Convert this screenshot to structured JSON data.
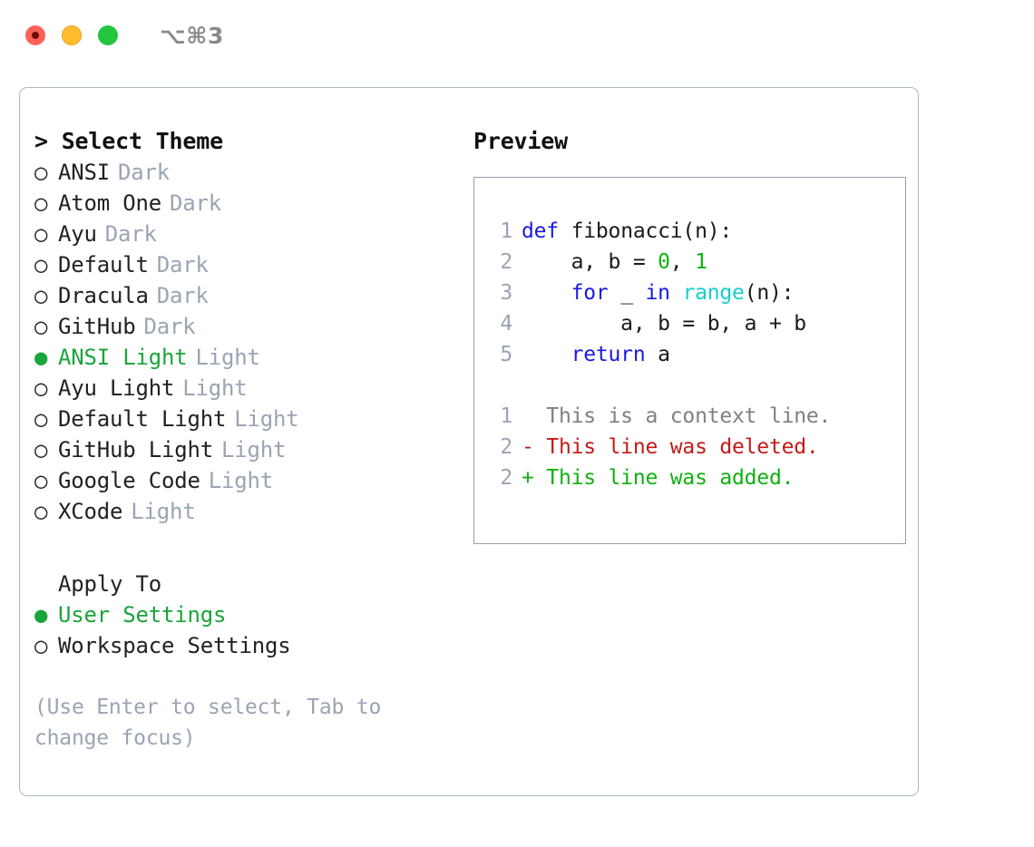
{
  "window": {
    "shortcut": "⌥⌘3",
    "controls": [
      {
        "name": "close",
        "color": "#ff6159"
      },
      {
        "name": "minimize",
        "color": "#ffbd2e"
      },
      {
        "name": "maximize",
        "color": "#24c53f"
      }
    ]
  },
  "colors": {
    "accent_green": "#1aa53a",
    "muted_gray": "#9aa4b4",
    "keyword_blue": "#1a1ae0",
    "function_cyan": "#13cfcf",
    "number_green": "#10b010",
    "diff_delete_red": "#c21b17",
    "diff_add_green": "#10b010",
    "border": "#aeb7c4"
  },
  "theme_panel": {
    "prompt": ">",
    "title": "Select Theme",
    "header_line": "> Select Theme",
    "items": [
      {
        "bullet": "○",
        "label": "ANSI",
        "badge": "Dark",
        "selected": false
      },
      {
        "bullet": "○",
        "label": "Atom One",
        "badge": "Dark",
        "selected": false
      },
      {
        "bullet": "○",
        "label": "Ayu",
        "badge": "Dark",
        "selected": false
      },
      {
        "bullet": "○",
        "label": "Default",
        "badge": "Dark",
        "selected": false
      },
      {
        "bullet": "○",
        "label": "Dracula",
        "badge": "Dark",
        "selected": false
      },
      {
        "bullet": "○",
        "label": "GitHub",
        "badge": "Dark",
        "selected": false
      },
      {
        "bullet": "●",
        "label": "ANSI Light",
        "badge": "Light",
        "selected": true
      },
      {
        "bullet": "○",
        "label": "Ayu Light",
        "badge": "Light",
        "selected": false
      },
      {
        "bullet": "○",
        "label": "Default Light",
        "badge": "Light",
        "selected": false
      },
      {
        "bullet": "○",
        "label": "GitHub Light",
        "badge": "Light",
        "selected": false
      },
      {
        "bullet": "○",
        "label": "Google Code",
        "badge": "Light",
        "selected": false
      },
      {
        "bullet": "○",
        "label": "XCode",
        "badge": "Light",
        "selected": false
      }
    ]
  },
  "apply_to": {
    "heading": "Apply To",
    "options": [
      {
        "bullet": "●",
        "label": "User Settings",
        "selected": true
      },
      {
        "bullet": "○",
        "label": "Workspace Settings",
        "selected": false
      }
    ]
  },
  "hint": "(Use Enter to select, Tab to change focus)",
  "preview": {
    "title": "Preview",
    "code_lines": [
      {
        "no": "1",
        "tokens": [
          {
            "t": "def",
            "c": "kw"
          },
          {
            "t": " fibonacci(n):",
            "c": "plain"
          }
        ]
      },
      {
        "no": "2",
        "tokens": [
          {
            "t": "    a, b = ",
            "c": "plain"
          },
          {
            "t": "0",
            "c": "num"
          },
          {
            "t": ", ",
            "c": "plain"
          },
          {
            "t": "1",
            "c": "num"
          }
        ]
      },
      {
        "no": "3",
        "tokens": [
          {
            "t": "    ",
            "c": "plain"
          },
          {
            "t": "for",
            "c": "kw"
          },
          {
            "t": " _ ",
            "c": "plain"
          },
          {
            "t": "in",
            "c": "kw"
          },
          {
            "t": " ",
            "c": "plain"
          },
          {
            "t": "range",
            "c": "fn"
          },
          {
            "t": "(n):",
            "c": "plain"
          }
        ]
      },
      {
        "no": "4",
        "tokens": [
          {
            "t": "        a, b = b, a + b",
            "c": "plain"
          }
        ]
      },
      {
        "no": "5",
        "tokens": [
          {
            "t": "    ",
            "c": "plain"
          },
          {
            "t": "return",
            "c": "kw"
          },
          {
            "t": " a",
            "c": "plain"
          }
        ]
      }
    ],
    "diff_lines": [
      {
        "no": "1",
        "marker": "  ",
        "text": "This is a context line.",
        "kind": "ctx"
      },
      {
        "no": "2",
        "marker": "- ",
        "text": "This line was deleted.",
        "kind": "del"
      },
      {
        "no": "2",
        "marker": "+ ",
        "text": "This line was added.",
        "kind": "add"
      }
    ]
  }
}
